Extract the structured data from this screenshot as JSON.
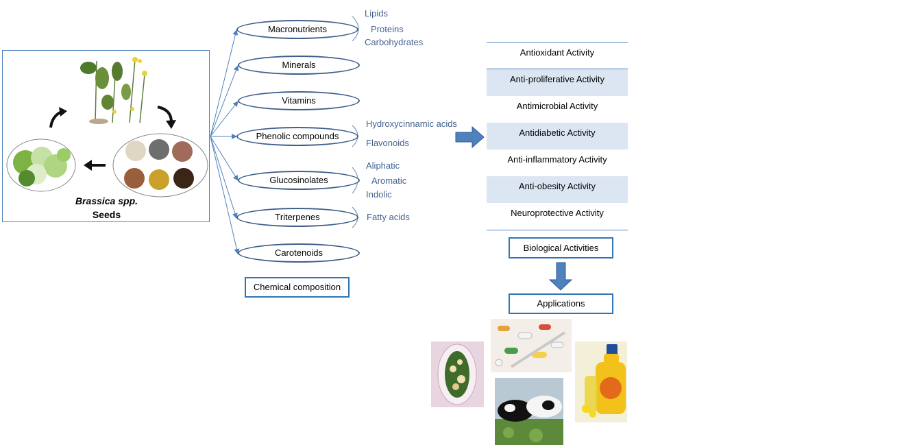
{
  "source": {
    "label_italic": "Brassica spp.",
    "label": "Seeds",
    "icons": [
      "brassica-plant-icon",
      "seed-samples-icon",
      "vegetables-icon",
      "cycle-arrow-icon"
    ]
  },
  "chemical_composition": {
    "title": "Chemical composition",
    "items": [
      {
        "label": "Macronutrients",
        "subitems": [
          "Lipids",
          "Proteins",
          "Carbohydrates"
        ]
      },
      {
        "label": "Minerals",
        "subitems": []
      },
      {
        "label": "Vitamins",
        "subitems": []
      },
      {
        "label": "Phenolic compounds",
        "subitems": [
          "Hydroxycinnamic acids",
          "Flavonoids"
        ]
      },
      {
        "label": "Glucosinolates",
        "subitems": [
          "Aliphatic",
          "Aromatic",
          "Indolic"
        ]
      },
      {
        "label": "Triterpenes",
        "subitems": [
          "Fatty acids"
        ]
      },
      {
        "label": "Carotenoids",
        "subitems": []
      }
    ]
  },
  "biological_activities": {
    "title": "Biological Activities",
    "items": [
      "Antioxidant Activity",
      "Anti-proliferative Activity",
      "Antimicrobial Activity",
      "Antidiabetic Activity",
      "Anti-inflammatory Activity",
      "Anti-obesity Activity",
      "Neuroprotective Activity"
    ]
  },
  "applications": {
    "title": "Applications",
    "icons": [
      "food-dish-icon",
      "pills-icon",
      "cattle-feed-icon",
      "rapeseed-oil-icon"
    ]
  },
  "colors": {
    "accent": "#2e75b6",
    "pill_border": "#3f5f8a",
    "connector": "#4f81bd",
    "sublabel": "#44628f",
    "row_shade": "#dce6f2"
  }
}
